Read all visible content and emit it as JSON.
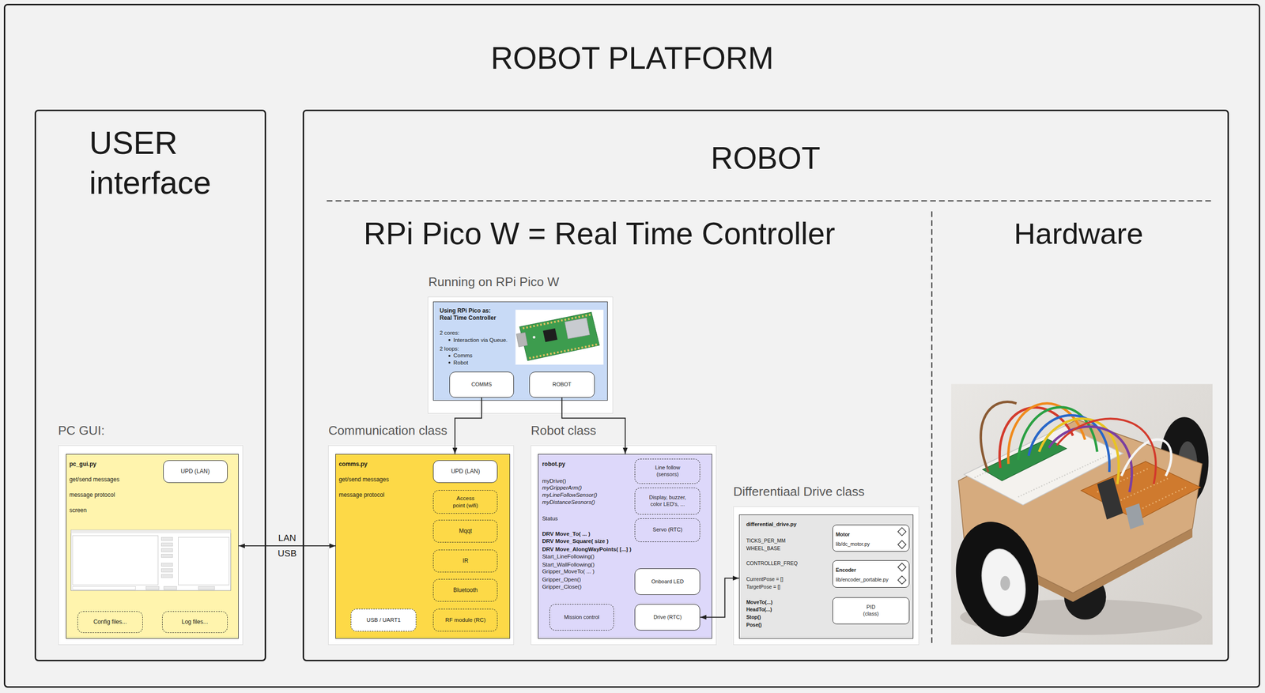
{
  "diagram": {
    "nodes": [
      {
        "text": [
          "ROBOT PLATFORM"
        ]
      },
      {
        "text": [
          "USER interface"
        ],
        "in": 0
      },
      {
        "text": [
          "PC GUI:"
        ],
        "in": 1
      },
      {
        "text": [
          "pc_gui.py",
          "get/send messages",
          "message protocol",
          "screen"
        ],
        "in": 2
      },
      {
        "text": [
          "UPD (LAN)"
        ],
        "in": 3
      },
      {
        "text": [
          "Config files..."
        ],
        "in": 3
      },
      {
        "text": [
          "Log files..."
        ],
        "in": 3
      },
      {
        "text": [
          "ROBOT"
        ],
        "in": 0
      },
      {
        "text": [
          "Running on RPi Pico W"
        ],
        "in": 7
      },
      {
        "text": [
          "Using RPi Pico as: Real Time Controller",
          "2 cores:",
          "Interaction via Queue.",
          "2 loops:",
          "Comms",
          "Robot"
        ],
        "in": 8
      },
      {
        "text": [
          "COMMS"
        ],
        "in": 9
      },
      {
        "text": [
          "ROBOT"
        ],
        "in": 9
      },
      {
        "text": [
          "Communication class"
        ],
        "in": 7
      },
      {
        "text": [
          "comms.py",
          "get/send messages",
          "message protocol"
        ],
        "in": 12
      },
      {
        "text": [
          "UPD (LAN)"
        ],
        "in": 13
      },
      {
        "text": [
          "Access point (wifi)"
        ],
        "in": 13
      },
      {
        "text": [
          "Mqqt"
        ],
        "in": 13
      },
      {
        "text": [
          "IR"
        ],
        "in": 13
      },
      {
        "text": [
          "Bluetooth"
        ],
        "in": 13
      },
      {
        "text": [
          "USB / UART1"
        ],
        "in": 13
      },
      {
        "text": [
          "RF module (RC)"
        ],
        "in": 13
      },
      {
        "text": [
          "Robot class"
        ],
        "in": 7
      },
      {
        "text": [
          "robot.py",
          "myDrive()",
          "myGripperArm()",
          "myLineFollowSensor()",
          "myDistanceSesnors()",
          "Status",
          "DRV Move_To( ... )",
          "DRV Move_Square( size )",
          "DRV Move_AlongWayPoints( [...] )",
          "Start_LineFollowing()",
          "Start_WallFollowing()",
          "Gripper_MoveTo( ... )",
          "Gripper_Open()",
          "Gripper_Close()"
        ],
        "in": 21
      },
      {
        "text": [
          "Line follow (sensors)"
        ],
        "in": 22
      },
      {
        "text": [
          "Display, buzzer, color LED's, ..."
        ],
        "in": 22
      },
      {
        "text": [
          "Servo (RTC)"
        ],
        "in": 22
      },
      {
        "text": [
          "Onboard LED"
        ],
        "in": 22
      },
      {
        "text": [
          "Mission control"
        ],
        "in": 22
      },
      {
        "text": [
          "Drive (RTC)"
        ],
        "in": 22
      },
      {
        "text": [
          "Differentiaal Drive class"
        ],
        "in": 7
      },
      {
        "text": [
          "differential_drive.py",
          "TICKS_PER_MM",
          "WHEEL_BASE",
          "CONTROLLER_FREQ",
          "CurrentPose = []",
          "TargetPose = []",
          "MoveTo(...)",
          "HeadTo(...)",
          "Stop()",
          "Pose()"
        ],
        "in": 29
      },
      {
        "text": [
          "Motor",
          "lib/dc_motor.py"
        ],
        "in": 30
      },
      {
        "text": [
          "Encoder",
          "lib/encoder_portable.py"
        ],
        "in": 30
      },
      {
        "text": [
          "PID",
          "(class)"
        ],
        "in": 30
      }
    ],
    "edges": [
      {
        "from": 10,
        "to": 13,
        "arrow": "to"
      },
      {
        "from": 11,
        "to": 22,
        "arrow": "to"
      },
      {
        "from": 3,
        "to": 13,
        "label": "LAN USB",
        "arrow": "both"
      },
      {
        "from": 28,
        "to": 30,
        "arrow": "both"
      }
    ],
    "labels": [
      "RPi Pico W = Real Time Controller",
      "Hardware"
    ]
  }
}
